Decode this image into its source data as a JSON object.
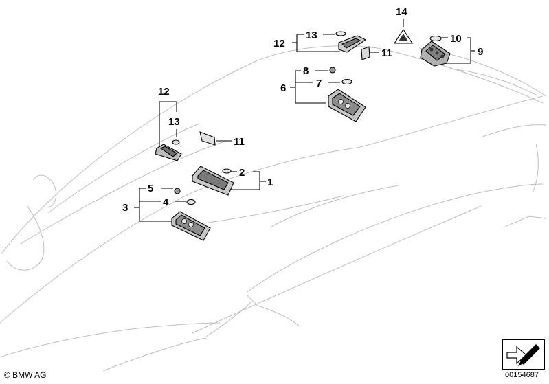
{
  "callouts": [
    "1",
    "2",
    "3",
    "4",
    "5",
    "6",
    "7",
    "8",
    "9",
    "10",
    "11",
    "11",
    "12",
    "12",
    "13",
    "13",
    "14"
  ],
  "footer": {
    "copyright": "© BMW AG",
    "document_number": "00154687"
  },
  "icons": {
    "navigation": "next-page-arrow-icon",
    "warning": "hazard-warning-triangle-icon"
  }
}
